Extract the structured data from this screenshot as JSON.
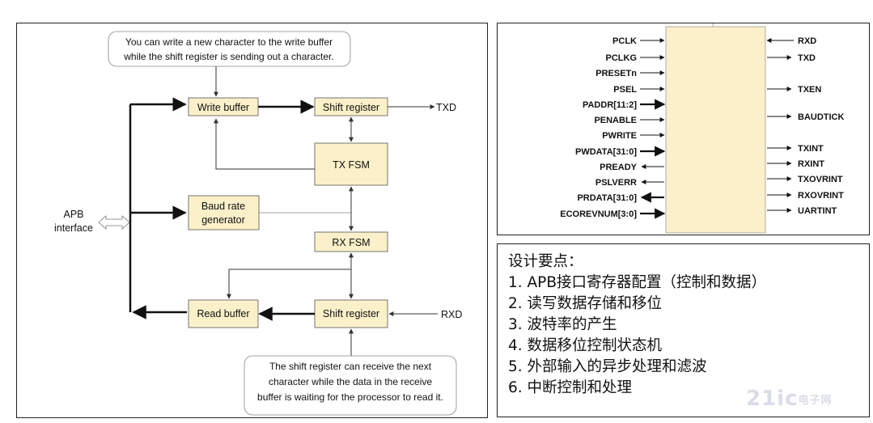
{
  "block_diagram": {
    "blocks": {
      "write_buffer": "Write buffer",
      "shift_register_tx": "Shift register",
      "tx_fsm": "TX FSM",
      "baud_rate_line1": "Baud rate",
      "baud_rate_line2": "generator",
      "rx_fsm": "RX FSM",
      "read_buffer": "Read buffer",
      "shift_register_rx": "Shift register"
    },
    "labels": {
      "txd": "TXD",
      "rxd": "RXD",
      "apb_line1": "APB",
      "apb_line2": "interface"
    },
    "notes": {
      "top_line1": "You can write a new character to the write buffer",
      "top_line2": "while the shift register is sending out a character.",
      "bottom_line1": "The shift register can receive the next",
      "bottom_line2": "character while the data in the receive",
      "bottom_line3": "buffer is waiting for the processor to read it."
    }
  },
  "interface": {
    "left_signals": [
      "PCLK",
      "PCLKG",
      "PRESETn",
      "PSEL",
      "PADDR[11:2]",
      "PENABLE",
      "PWRITE",
      "PWDATA[31:0]",
      "PREADY",
      "PSLVERR",
      "PRDATA[31:0]",
      "ECOREVNUM[3:0]"
    ],
    "right_signals": [
      "RXD",
      "TXD",
      "TXEN",
      "BAUDTICK",
      "TXINT",
      "RXINT",
      "TXOVRINT",
      "RXOVRINT",
      "UARTINT"
    ]
  },
  "design_points": {
    "title": "设计要点：",
    "items": [
      "1.  APB接口寄存器配置（控制和数据）",
      "2.  读写数据存储和移位",
      "3.  波特率的产生",
      "4.  数据移位控制状态机",
      "5.  外部输入的异步处理和滤波",
      "6.  中断控制和处理"
    ]
  },
  "watermark": {
    "text": "21ic",
    "sub": "电子网"
  }
}
